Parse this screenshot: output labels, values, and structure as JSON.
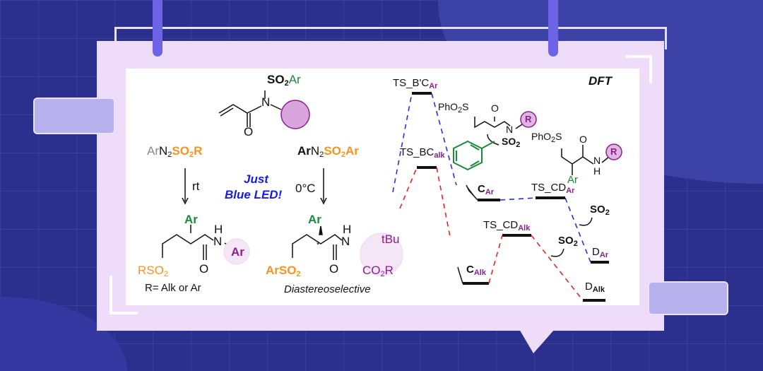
{
  "left_scheme": {
    "reagent_top": {
      "so2": "SO",
      "sub2": "2",
      "ar": "Ar",
      "n": "N",
      "o": "O"
    },
    "reagent1": {
      "ar": "Ar",
      "n": "N",
      "sub": "2",
      "so2r": "SO",
      "sub2": "2",
      "r": "R"
    },
    "reagent2": {
      "ar": "Ar",
      "n": "N",
      "sub": "2",
      "so2": "SO",
      "sub2": "2",
      "ar2": "Ar"
    },
    "cond1": "rt",
    "cond2": "0°C",
    "just": "Just",
    "blue_led": "Blue LED!",
    "product1": {
      "ar": "Ar",
      "h": "H",
      "n": "N",
      "ar2": "Ar",
      "rso": "RSO",
      "sub": "2",
      "o": "O",
      "note": "R= Alk or Ar"
    },
    "product2": {
      "ar": "Ar",
      "h": "H",
      "n": "N",
      "tbu": "tBu",
      "arso": "ArSO",
      "sub": "2",
      "o": "O",
      "co": "CO",
      "sub2": "2",
      "r": "R",
      "star": "*",
      "note": "Diastereoselective"
    }
  },
  "dft": {
    "title": "DFT",
    "ts_bc_ar": {
      "main": "TS_B'C",
      "sub": "Ar"
    },
    "ts_bc_alk": {
      "main": "TS_BC",
      "sub": "alk"
    },
    "c_ar": {
      "main": "C",
      "sub": "Ar"
    },
    "ts_cd_ar": {
      "main": "TS_CD",
      "sub": "Ar"
    },
    "ts_cd_alk": {
      "main": "TS_CD",
      "sub": "Alk"
    },
    "c_alk": {
      "main": "C",
      "sub": "Alk"
    },
    "d_ar": {
      "main": "D",
      "sub": "Ar"
    },
    "d_alk": {
      "main": "D",
      "sub": "Alk"
    },
    "so2": {
      "main": "SO",
      "sub": "2"
    },
    "int1": {
      "pho2s": "PhO",
      "sub": "2",
      "s": "S",
      "o": "O",
      "n": "N",
      "r": "R",
      "so2": "SO",
      "sub2": "2"
    },
    "int2": {
      "pho2s": "PhO",
      "sub": "2",
      "s": "S",
      "o": "O",
      "n": "N",
      "h": "H",
      "r": "R",
      "ar": "Ar"
    }
  },
  "colors": {
    "background": "#2b2f8e",
    "panel": "#eedcfa",
    "orange": "#f7931e",
    "green": "#1b8a3a",
    "purple": "#8a1f8c",
    "blue": "#1a1ae6"
  }
}
